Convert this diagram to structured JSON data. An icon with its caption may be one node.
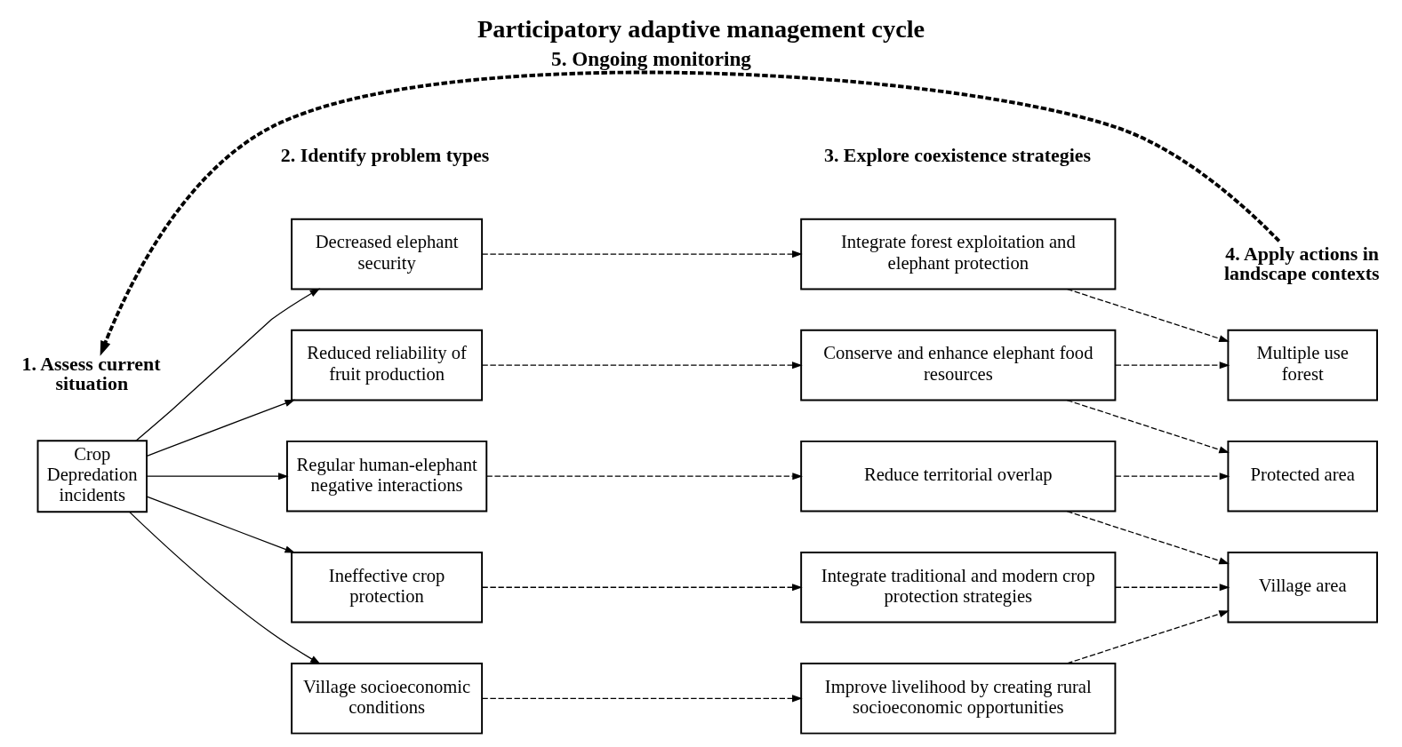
{
  "diagram": {
    "title": "Participatory adaptive management cycle",
    "nodes": [
      {
        "text": [
          "1. Assess current situation"
        ]
      },
      {
        "text": [
          "4. Apply actions in landscape contexts"
        ]
      },
      {
        "text": [
          "Crop Depredation incidents"
        ]
      },
      {
        "text": [
          "Decreased elephant security"
        ]
      },
      {
        "text": [
          "Reduced reliability of fruit production"
        ]
      },
      {
        "text": [
          "Regular human-elephant negative interactions"
        ]
      },
      {
        "text": [
          "Ineffective crop protection"
        ]
      },
      {
        "text": [
          "Village socioeconomic conditions"
        ]
      },
      {
        "text": [
          "Integrate forest exploitation and elephant protection"
        ]
      },
      {
        "text": [
          "Conserve and enhance elephant food resources"
        ]
      },
      {
        "text": [
          "Reduce territorial overlap"
        ]
      },
      {
        "text": [
          "Integrate traditional and modern crop protection strategies"
        ]
      },
      {
        "text": [
          "Improve livelihood by creating rural socioeconomic opportunities"
        ]
      },
      {
        "text": [
          "Multiple use forest"
        ]
      },
      {
        "text": [
          "Protected area"
        ]
      },
      {
        "text": [
          "Village area"
        ]
      }
    ],
    "edges": [
      {
        "from": 1,
        "to": 0,
        "arrow": "to",
        "label": "5. Ongoing monitoring",
        "style": "dashed"
      },
      {
        "from": 2,
        "to": 3,
        "arrow": "to"
      },
      {
        "from": 2,
        "to": 4,
        "arrow": "to"
      },
      {
        "from": 2,
        "to": 5,
        "arrow": "to"
      },
      {
        "from": 2,
        "to": 6,
        "arrow": "to"
      },
      {
        "from": 2,
        "to": 7,
        "arrow": "to"
      },
      {
        "from": 3,
        "to": 8,
        "arrow": "to",
        "style": "dashed"
      },
      {
        "from": 4,
        "to": 9,
        "arrow": "to",
        "style": "dashed"
      },
      {
        "from": 5,
        "to": 10,
        "arrow": "to",
        "style": "dashed"
      },
      {
        "from": 6,
        "to": 11,
        "arrow": "to",
        "style": "dashed"
      },
      {
        "from": 7,
        "to": 12,
        "arrow": "to",
        "style": "dashed"
      },
      {
        "from": 8,
        "to": 13,
        "arrow": "to",
        "style": "dashed"
      },
      {
        "from": 9,
        "to": 13,
        "arrow": "to",
        "style": "dashed"
      },
      {
        "from": 9,
        "to": 14,
        "arrow": "to",
        "style": "dashed"
      },
      {
        "from": 10,
        "to": 14,
        "arrow": "to",
        "style": "dashed"
      },
      {
        "from": 10,
        "to": 15,
        "arrow": "to",
        "style": "dashed"
      },
      {
        "from": 11,
        "to": 15,
        "arrow": "to",
        "style": "dashed"
      },
      {
        "from": 12,
        "to": 15,
        "arrow": "to",
        "style": "dashed"
      }
    ],
    "labels": [
      "2. Identify problem types",
      "3. Explore coexistence strategies"
    ]
  }
}
